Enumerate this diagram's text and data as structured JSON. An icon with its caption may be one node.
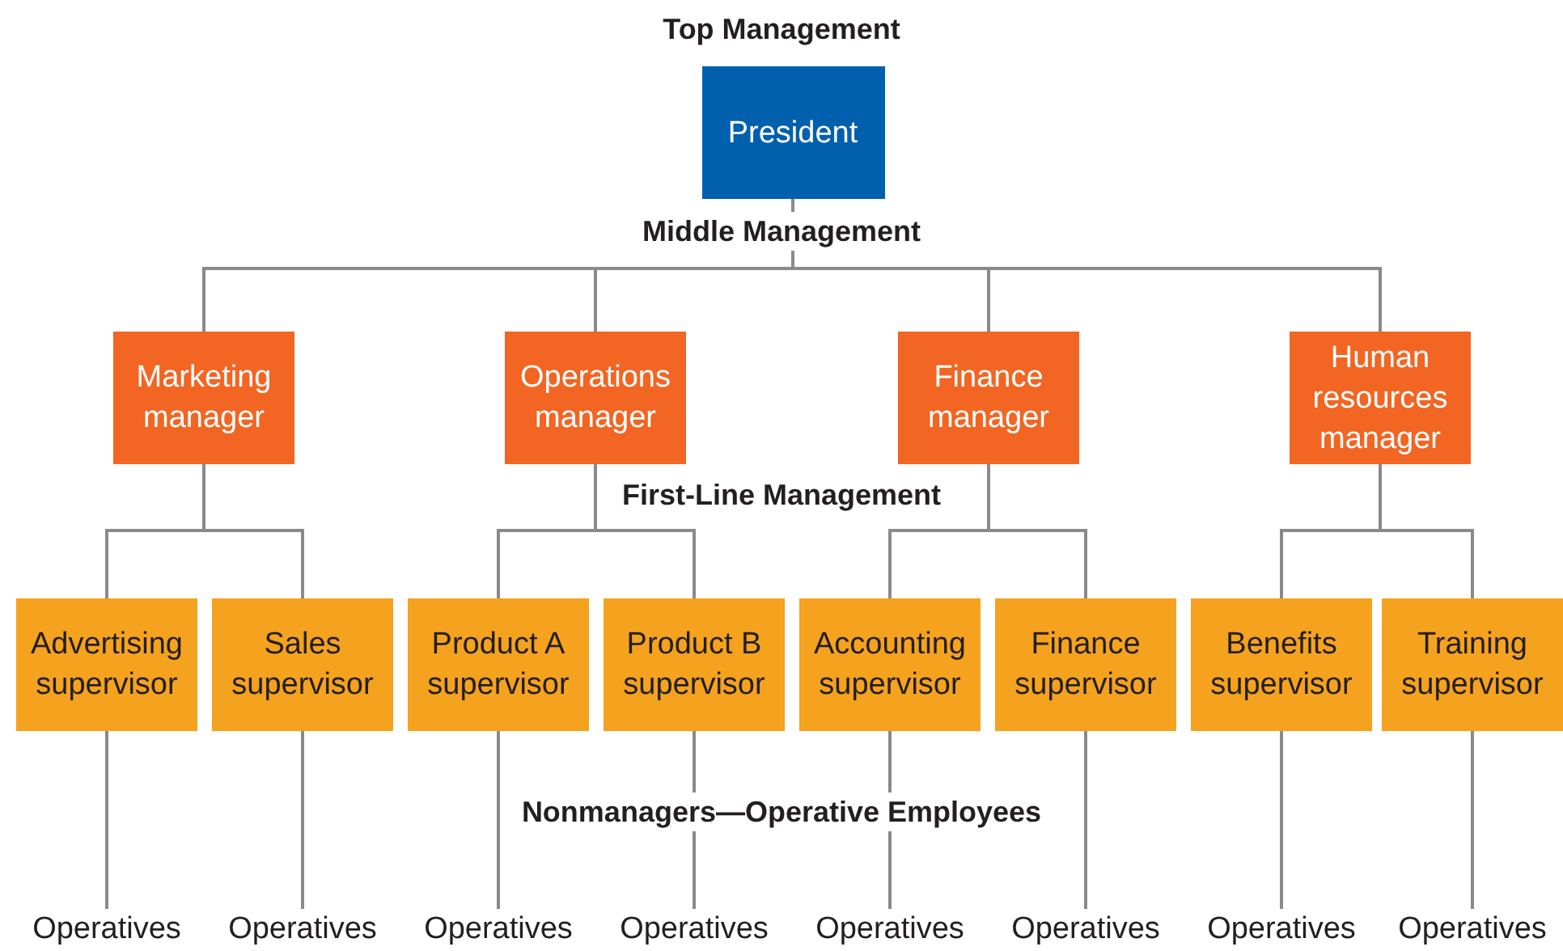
{
  "diagram": {
    "nodes": [
      {
        "text": [
          "President"
        ]
      },
      {
        "text": [
          "Marketing manager"
        ]
      },
      {
        "text": [
          "Operations manager"
        ]
      },
      {
        "text": [
          "Finance manager"
        ]
      },
      {
        "text": [
          "Human resources manager"
        ]
      },
      {
        "text": [
          "Advertising supervisor"
        ]
      },
      {
        "text": [
          "Sales supervisor"
        ]
      },
      {
        "text": [
          "Product A supervisor"
        ]
      },
      {
        "text": [
          "Product B supervisor"
        ]
      },
      {
        "text": [
          "Accounting supervisor"
        ]
      },
      {
        "text": [
          "Finance supervisor"
        ]
      },
      {
        "text": [
          "Benefits supervisor"
        ]
      },
      {
        "text": [
          "Training supervisor"
        ]
      },
      {
        "text": [
          "Operatives"
        ]
      },
      {
        "text": [
          "Operatives"
        ]
      },
      {
        "text": [
          "Operatives"
        ]
      },
      {
        "text": [
          "Operatives"
        ]
      },
      {
        "text": [
          "Operatives"
        ]
      },
      {
        "text": [
          "Operatives"
        ]
      },
      {
        "text": [
          "Operatives"
        ]
      },
      {
        "text": [
          "Operatives"
        ]
      }
    ],
    "edges": [
      {
        "from": 0,
        "to": 1,
        "arrow": "none"
      },
      {
        "from": 0,
        "to": 2,
        "arrow": "none"
      },
      {
        "from": 0,
        "to": 3,
        "arrow": "none"
      },
      {
        "from": 0,
        "to": 4,
        "arrow": "none"
      },
      {
        "from": 1,
        "to": 5,
        "arrow": "none"
      },
      {
        "from": 1,
        "to": 6,
        "arrow": "none"
      },
      {
        "from": 2,
        "to": 7,
        "arrow": "none"
      },
      {
        "from": 2,
        "to": 8,
        "arrow": "none"
      },
      {
        "from": 3,
        "to": 9,
        "arrow": "none"
      },
      {
        "from": 3,
        "to": 10,
        "arrow": "none"
      },
      {
        "from": 4,
        "to": 11,
        "arrow": "none"
      },
      {
        "from": 4,
        "to": 12,
        "arrow": "none"
      },
      {
        "from": 5,
        "to": 13,
        "arrow": "none"
      },
      {
        "from": 6,
        "to": 14,
        "arrow": "none"
      },
      {
        "from": 7,
        "to": 15,
        "arrow": "none"
      },
      {
        "from": 8,
        "to": 16,
        "arrow": "none"
      },
      {
        "from": 9,
        "to": 17,
        "arrow": "none"
      },
      {
        "from": 10,
        "to": 18,
        "arrow": "none"
      },
      {
        "from": 11,
        "to": 19,
        "arrow": "none"
      },
      {
        "from": 12,
        "to": 20,
        "arrow": "none"
      }
    ],
    "labels": [
      "Top Management",
      "Middle Management",
      "First-Line Management",
      "Nonmanagers—Operative Employees"
    ]
  }
}
